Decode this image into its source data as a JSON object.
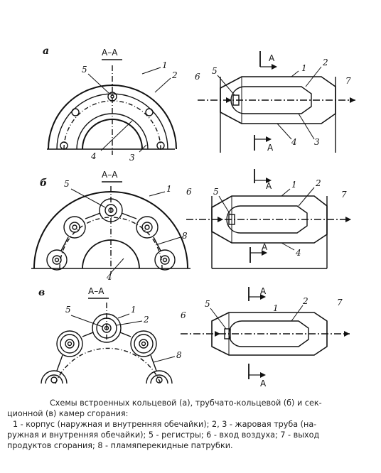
{
  "rows": [
    {
      "letter": "а",
      "section": "А–А"
    },
    {
      "letter": "б",
      "section": "А–А"
    },
    {
      "letter": "в",
      "section": "А–А"
    }
  ],
  "labels": {
    "n1": "1",
    "n2": "2",
    "n3": "3",
    "n4": "4",
    "n5": "5",
    "n6": "6",
    "n7": "7",
    "n8": "8",
    "A": "А"
  },
  "caption": {
    "line1": "Схемы встроенных кольцевой (а), трубчато-кольцевой (б) и сек-",
    "line2": "ционной (в) камер сгорания:",
    "line3": "1 - корпус (наружная и внутренняя обечайки); 2, 3 - жаровая труба (на-",
    "line4": "ружная и внутренняя обечайки); 5 - регистры; 6 - вход воздуха; 7 - выход",
    "line5": "продуктов сгорания; 8 - пламяперекидные патрубки."
  }
}
